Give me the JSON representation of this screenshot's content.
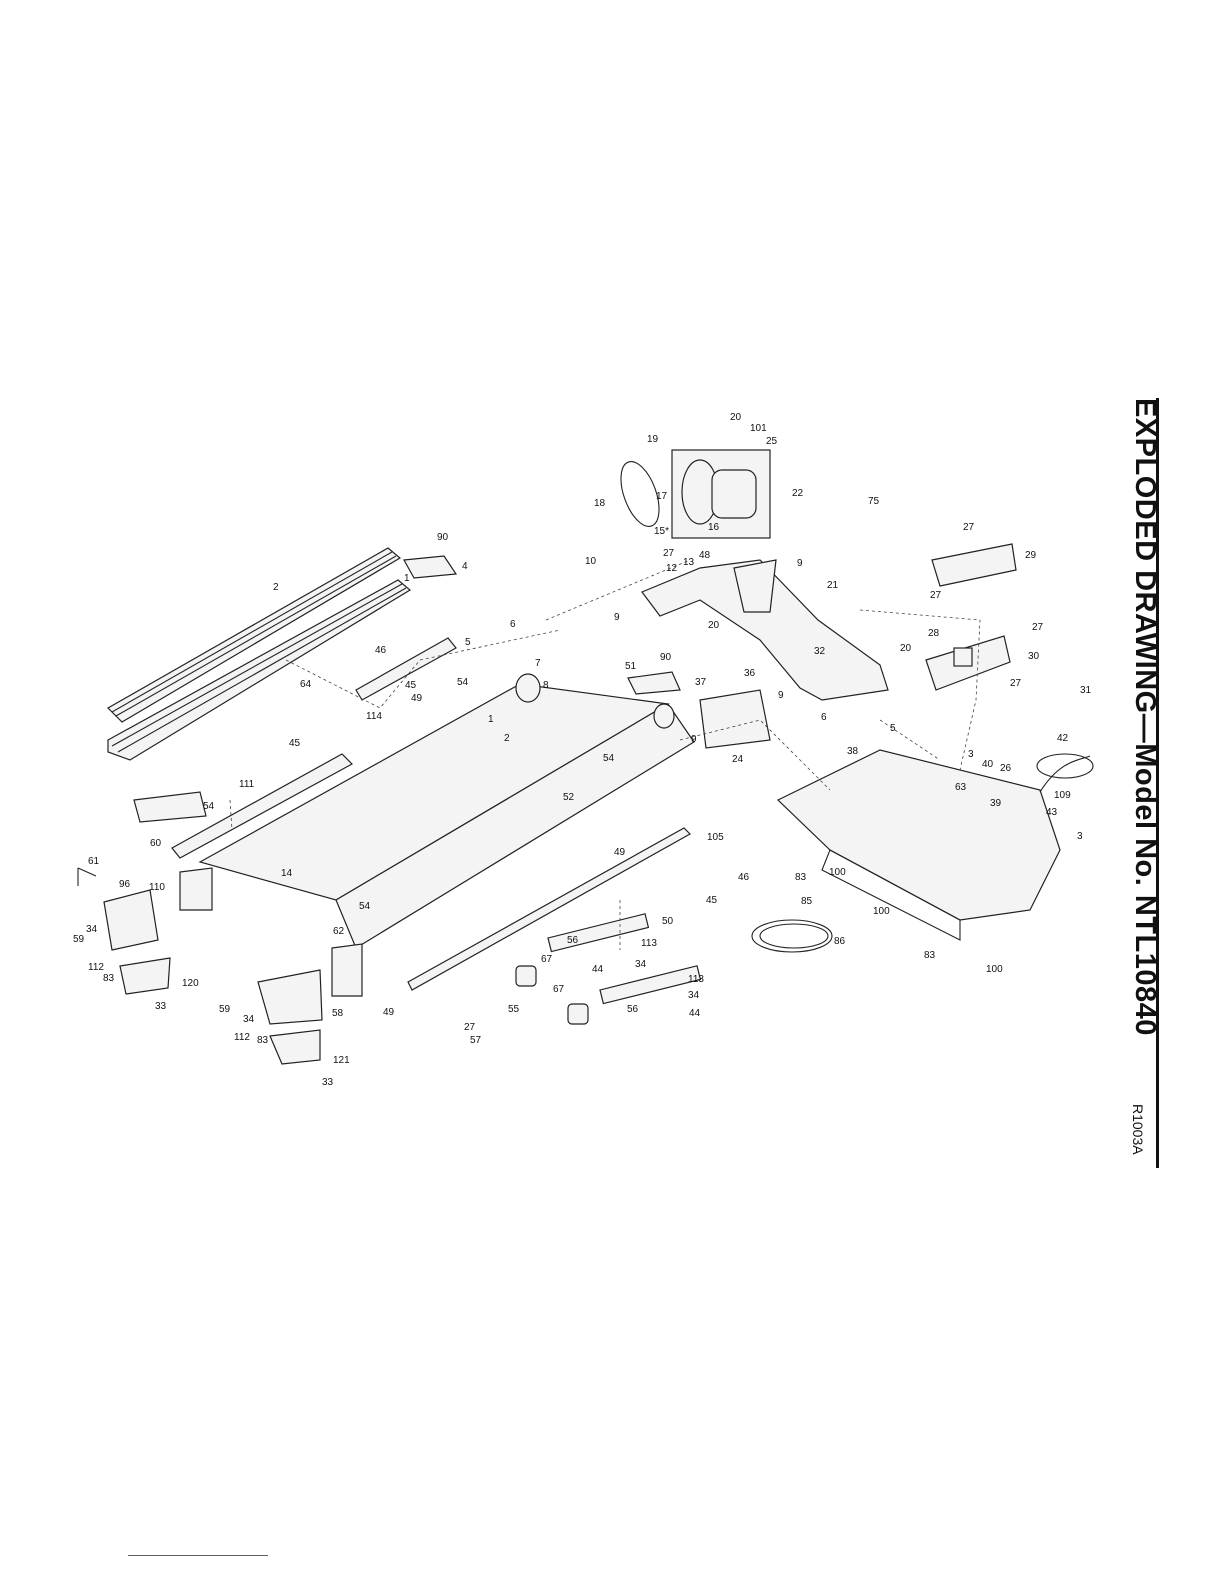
{
  "title": "EXPLODED DRAWING—Model No. NTL10840",
  "drawing_id": "R1003A",
  "callouts": [
    "20",
    "101",
    "25",
    "19",
    "18",
    "17",
    "15*",
    "16",
    "22",
    "75",
    "27",
    "29",
    "10",
    "27",
    "12",
    "13",
    "48",
    "9",
    "21",
    "9",
    "20",
    "27",
    "28",
    "27",
    "30",
    "27",
    "2",
    "90",
    "4",
    "1",
    "6",
    "46",
    "5",
    "7",
    "54",
    "45",
    "49",
    "51",
    "90",
    "8",
    "37",
    "36",
    "32",
    "20",
    "31",
    "9",
    "9",
    "6",
    "5",
    "24",
    "64",
    "114",
    "45",
    "1",
    "2",
    "54",
    "38",
    "3",
    "40",
    "26",
    "42",
    "63",
    "109",
    "39",
    "43",
    "3",
    "111",
    "54",
    "60",
    "52",
    "105",
    "49",
    "46",
    "45",
    "61",
    "96",
    "110",
    "14",
    "54",
    "62",
    "49",
    "83",
    "100",
    "100",
    "85",
    "86",
    "83",
    "100",
    "34",
    "59",
    "112",
    "83",
    "120",
    "33",
    "50",
    "56",
    "113",
    "67",
    "44",
    "34",
    "55",
    "67",
    "113",
    "34",
    "56",
    "44",
    "59",
    "34",
    "112",
    "83",
    "58",
    "27",
    "57",
    "121",
    "33"
  ],
  "colors": {
    "ink": "#111111",
    "part_fill": "#f4f4f4",
    "link": "#3b5bc7"
  }
}
